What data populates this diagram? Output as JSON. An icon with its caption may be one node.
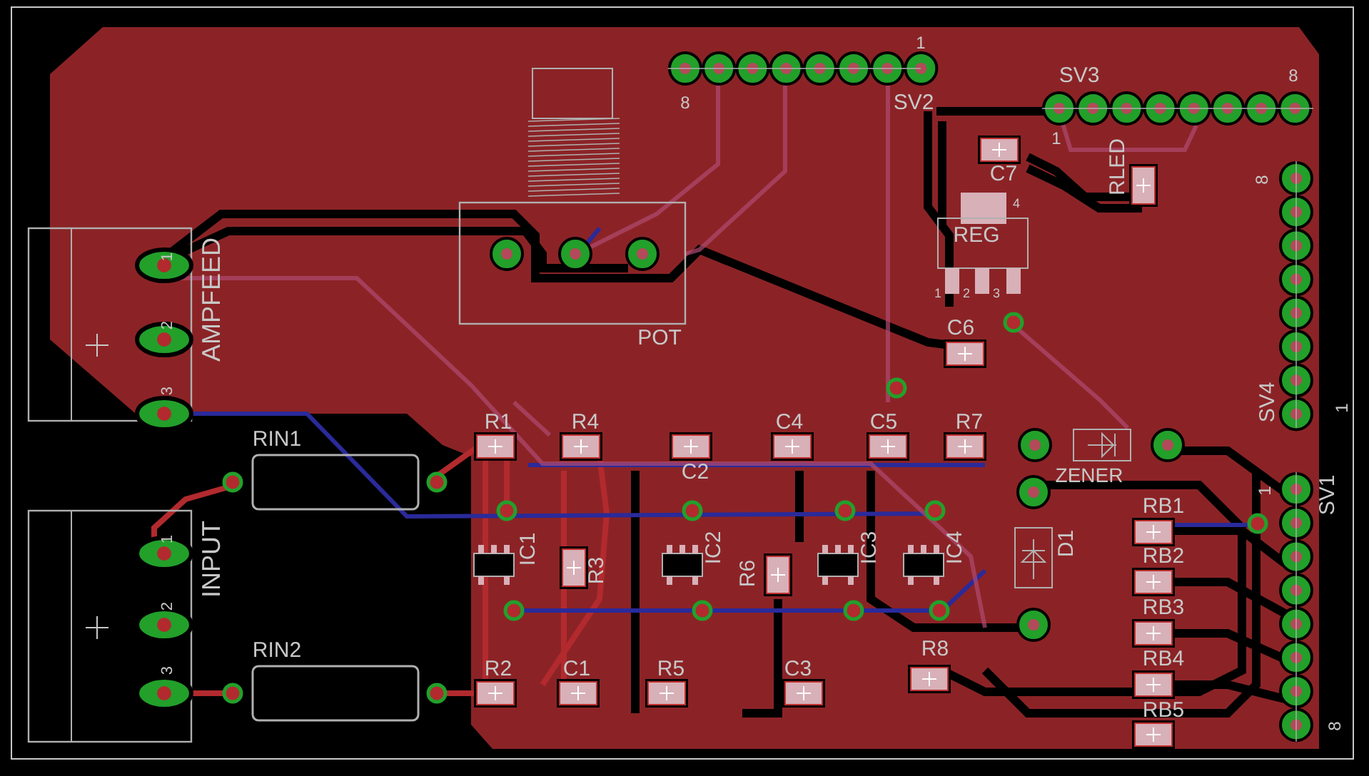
{
  "diagram": {
    "labels": [
      "1",
      "8",
      "SV2",
      "SV3",
      "8",
      "1",
      "C7",
      "RLED",
      "8",
      "4",
      "REG",
      "1",
      "2",
      "3",
      "1",
      "AMPFEED",
      "2",
      "3",
      "POT",
      "C6",
      "SV4",
      "1",
      "R1",
      "R4",
      "C4",
      "C5",
      "R7",
      "RIN1",
      "C2",
      "ZENER",
      "1",
      "SV1",
      "RB1",
      "1",
      "INPUT",
      "IC1",
      "IC2",
      "IC3",
      "IC4",
      "D1",
      "RB2",
      "R3",
      "R6",
      "2",
      "RB3",
      "RIN2",
      "R8",
      "RB4",
      "R2",
      "C1",
      "R5",
      "C3",
      "3",
      "RB5",
      "8"
    ]
  }
}
